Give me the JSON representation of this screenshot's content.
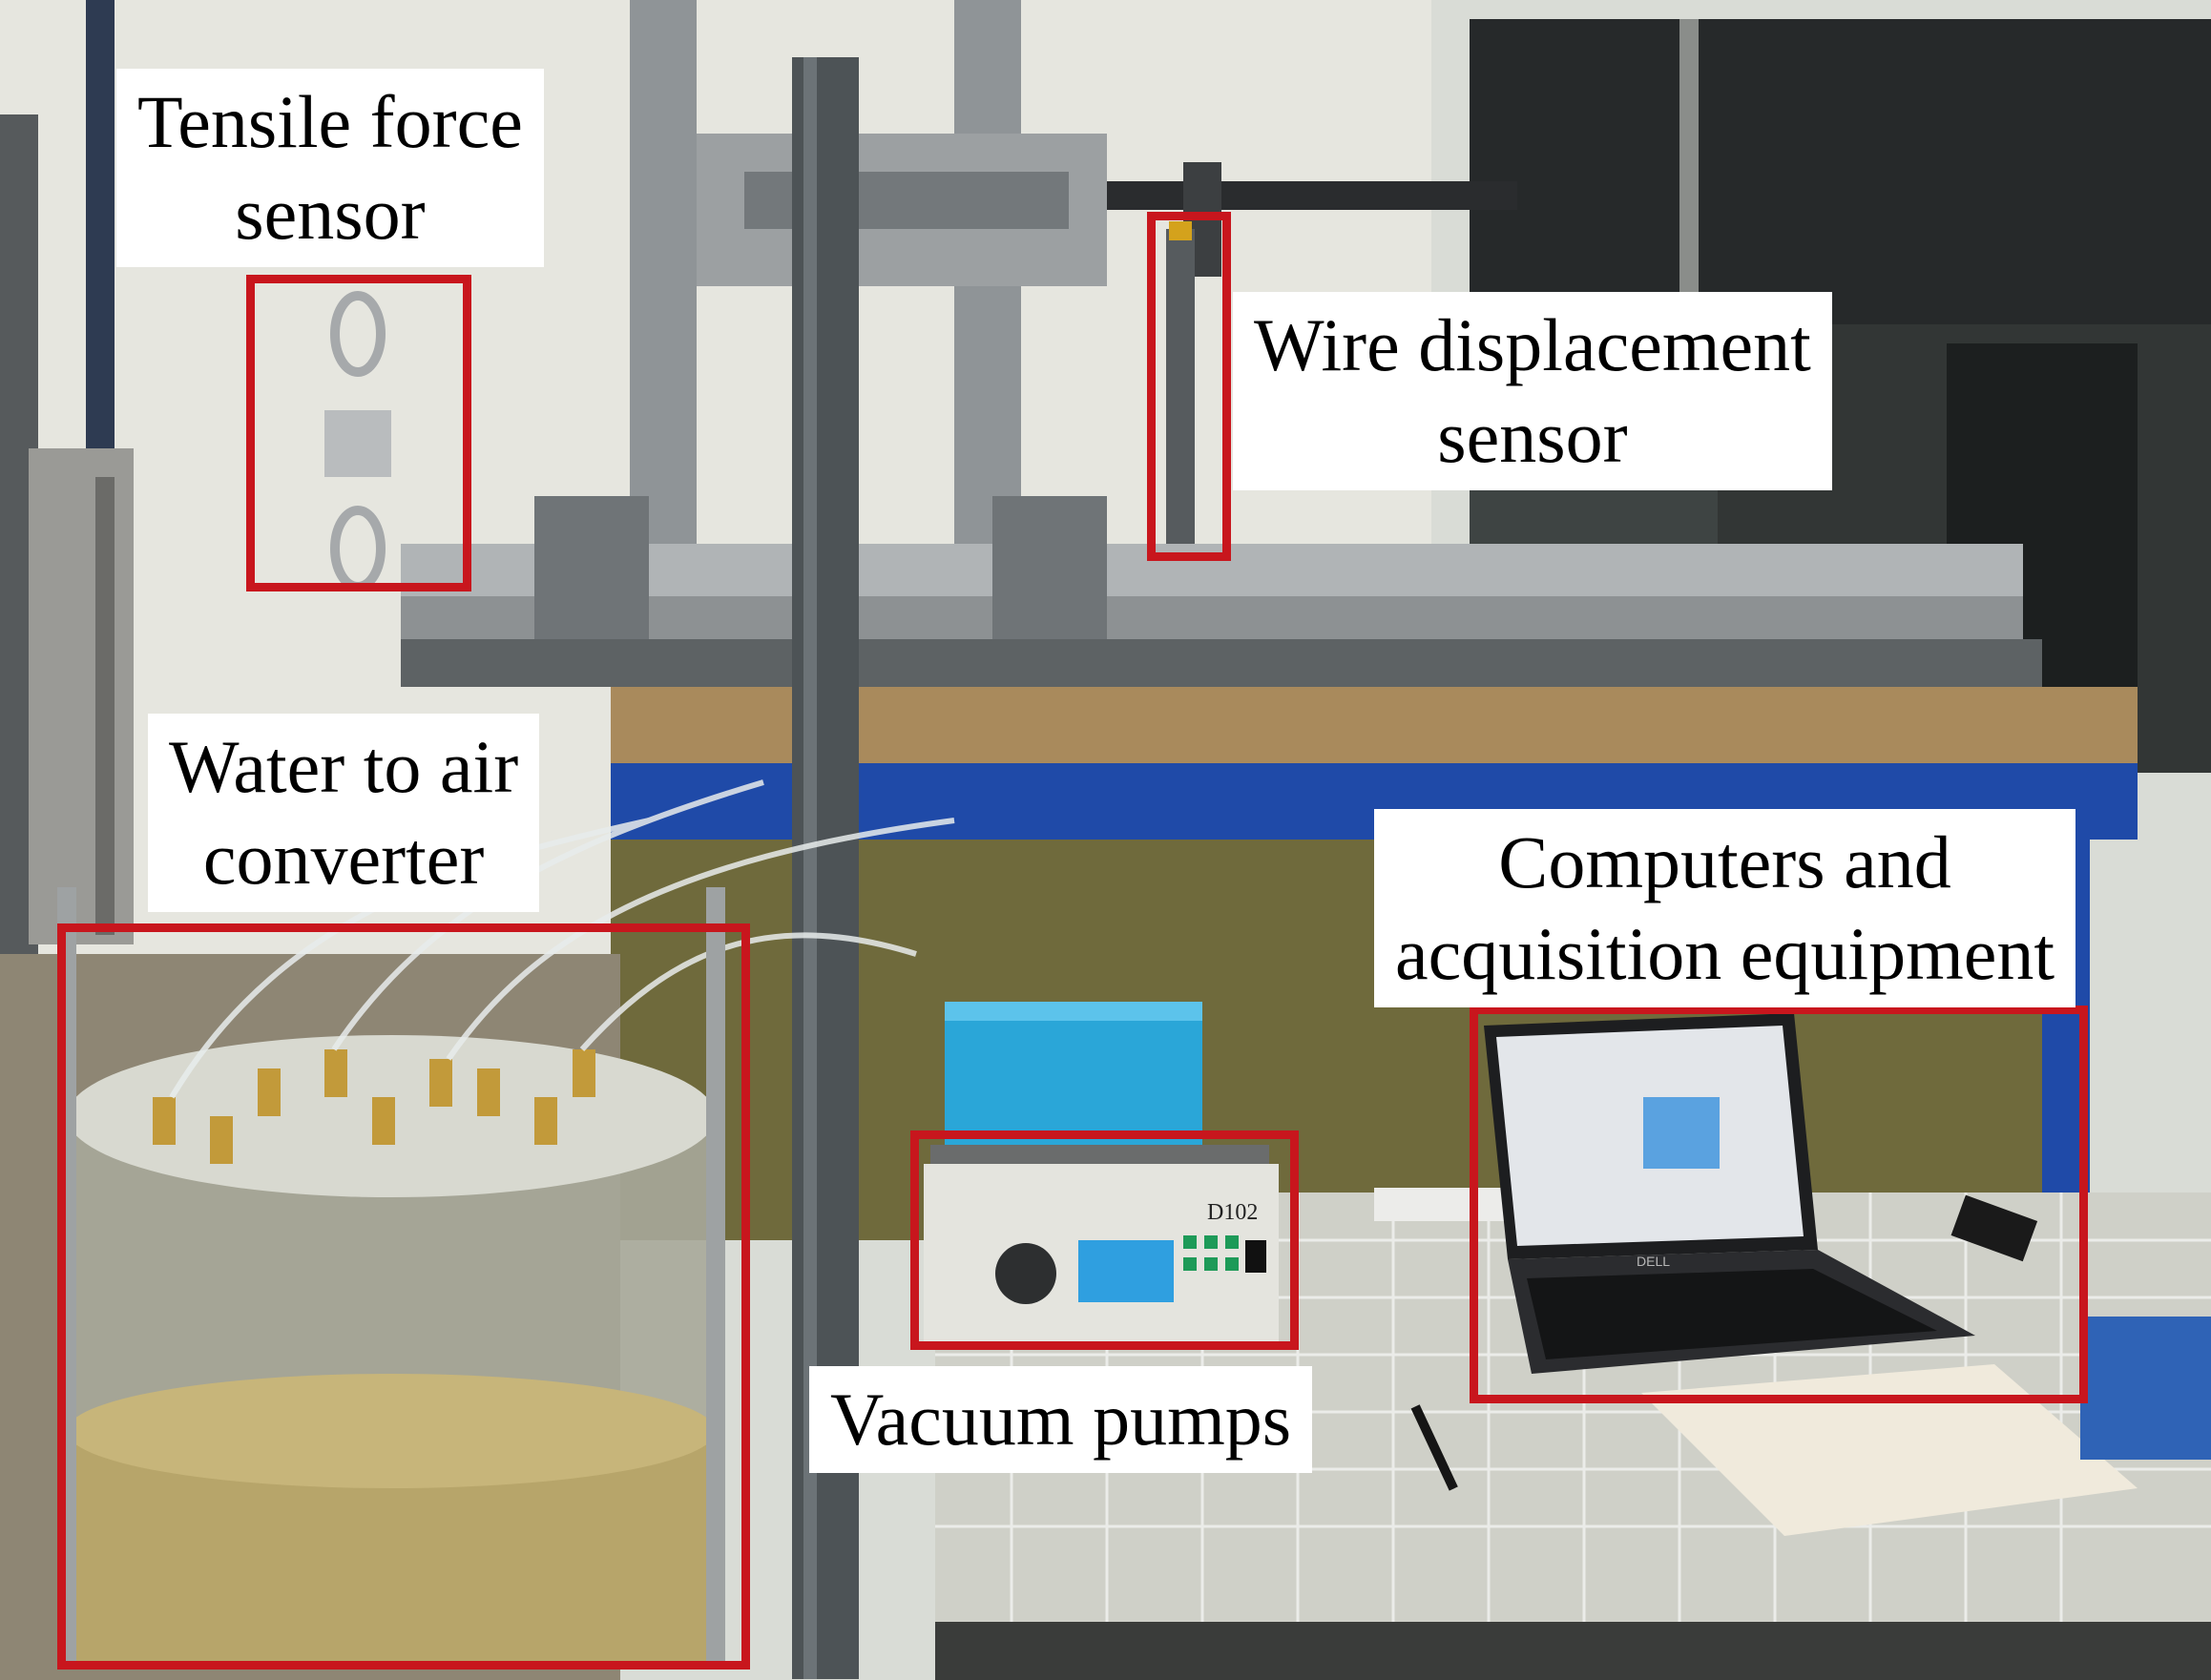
{
  "labels": {
    "tensile": [
      "Tensile force",
      "sensor"
    ],
    "wire": [
      "Wire displacement",
      "sensor"
    ],
    "water": [
      "Water to air",
      "converter"
    ],
    "computers": [
      "Computers and",
      "acquisition equipment"
    ],
    "vacuum": [
      "Vacuum pumps"
    ]
  },
  "device_text": {
    "pump_tag": "D102",
    "laptop_brand": "DELL"
  },
  "colors": {
    "highlight_box": "#c8161d",
    "label_background": "#ffffff",
    "frame_blue": "#1f4aa8",
    "pump_body_blue": "#2aa6d8"
  }
}
